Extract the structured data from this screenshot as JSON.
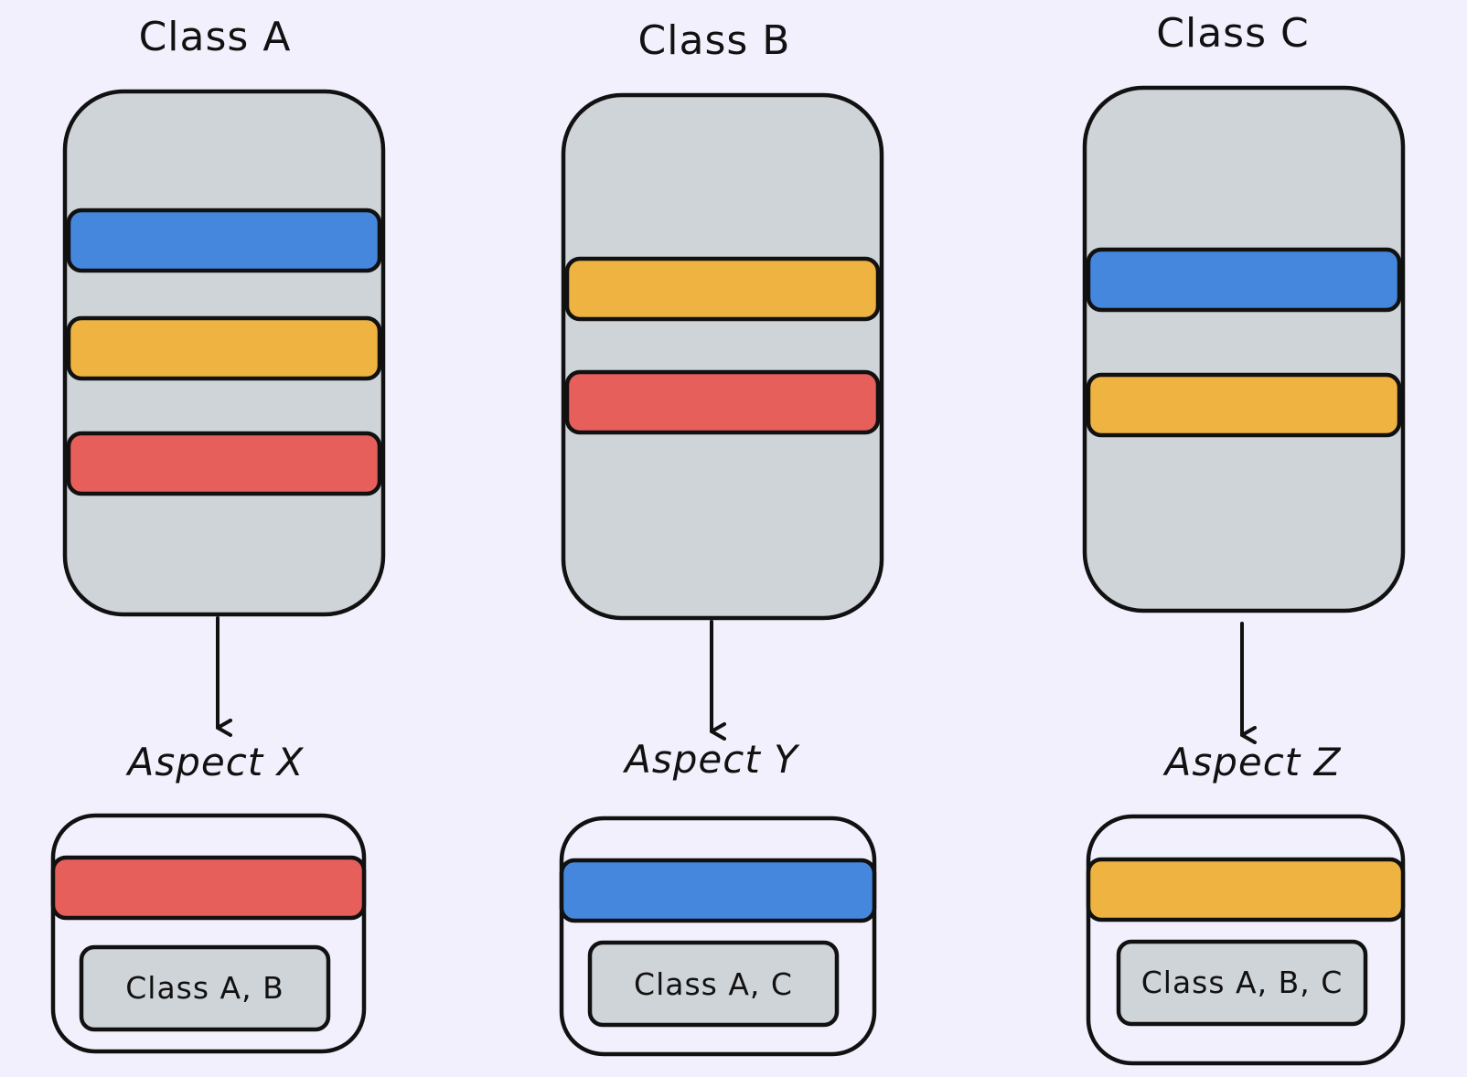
{
  "colors": {
    "background": "#f2f0fc",
    "container": "#cfd4d8",
    "blue": "#4587dd",
    "yellow": "#eeb340",
    "red": "#e75f5a",
    "stroke": "#111111",
    "aspect_box": "#f2f0fc"
  },
  "classes": [
    {
      "title": "Class A",
      "bars": [
        "blue",
        "yellow",
        "red"
      ]
    },
    {
      "title": "Class B",
      "bars": [
        "yellow",
        "red"
      ]
    },
    {
      "title": "Class C",
      "bars": [
        "blue",
        "yellow"
      ]
    }
  ],
  "aspects": [
    {
      "title": "Aspect X",
      "bar": "red",
      "applies_to": "Class A, B"
    },
    {
      "title": "Aspect Y",
      "bar": "blue",
      "applies_to": "Class A, C"
    },
    {
      "title": "Aspect Z",
      "bar": "yellow",
      "applies_to": "Class A, B, C"
    }
  ]
}
